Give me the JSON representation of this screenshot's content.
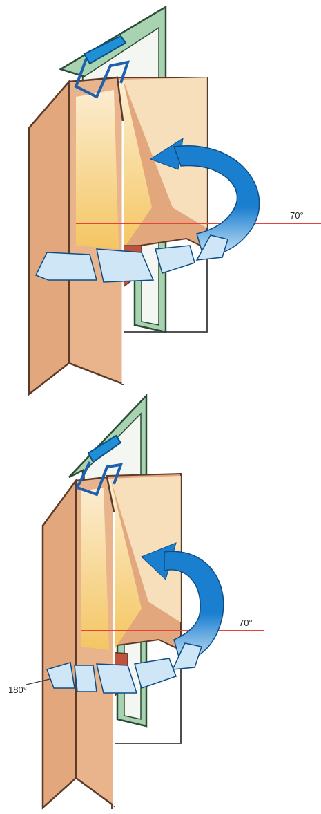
{
  "figures": [
    {
      "angle_label": "70°"
    },
    {
      "angle_label": "70°",
      "stop_label": "180°"
    }
  ],
  "colors": {
    "door_leaf": "#e3a77d",
    "leaf_edge": "#5b3a2a",
    "frame_green": "#a8d3b0",
    "frame_edge": "#2d4a35",
    "operator_blue": "#1f8fd6",
    "arc_blue": "#1b7fd0",
    "arc_light": "#cfe6f7",
    "light_yellow": "#fbe7a8",
    "floor_red": "#c0513a",
    "angle_line": "#e8403a"
  }
}
